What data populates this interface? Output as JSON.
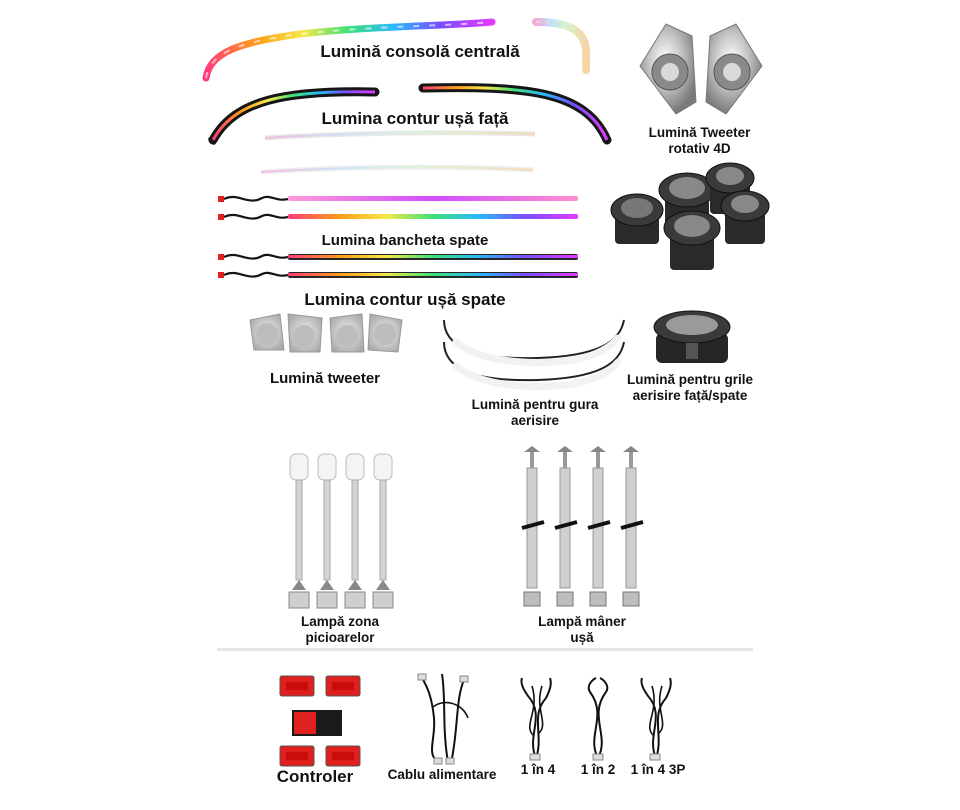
{
  "colors": {
    "rgb_gradient": [
      "#ff3b7a",
      "#ff9f1a",
      "#f6e84a",
      "#3ee07a",
      "#2bb7ff",
      "#7a4dff",
      "#e33bff"
    ],
    "strip_dark": "#151515",
    "connector_red": "#e01f1f",
    "metal": "#c9c9c9"
  },
  "labels": {
    "console": "Lumină consolă centrală",
    "front_door": "Lumina contur ușă față",
    "tweeter_rot_l1": "Lumină Tweeter",
    "tweeter_rot_l2": "rotativ 4D",
    "rear_seat": "Lumina bancheta spate",
    "rear_door": "Lumina contur ușă spate",
    "tweeter": "Lumină tweeter",
    "vent_mouth_l1": "Lumină pentru gura",
    "vent_mouth_l2": "aerisire",
    "grille_l1": "Lumină pentru grile",
    "grille_l2": "aerisire față/spate",
    "foot_l1": "Lampă zona",
    "foot_l2": "picioarelor",
    "handle_l1": "Lampă mâner",
    "handle_l2": "ușă",
    "controller": "Controler",
    "power_cable": "Cablu alimentare",
    "split_4": "1 în 4",
    "split_2": "1 în 2",
    "split_4_3p": "1 în 4 3P"
  },
  "icons": {
    "console_strip": "rgb-curved-strip-icon",
    "door_strip": "rgb-contour-strip-icon",
    "tweeter_rotating": "rotating-tweeter-icon",
    "seat_strip": "rgb-straight-strip-icon",
    "speaker_cluster": "speaker-cluster-icon",
    "tweeter_cover": "tweeter-cover-icon",
    "vent_light": "vent-arc-light-icon",
    "grille_light": "vent-grille-light-icon",
    "foot_lamp": "foot-lamp-icon",
    "handle_lamp": "handle-lamp-icon",
    "controller_box": "controller-box-icon",
    "cable": "power-cable-icon",
    "splitter": "splitter-cable-icon"
  }
}
